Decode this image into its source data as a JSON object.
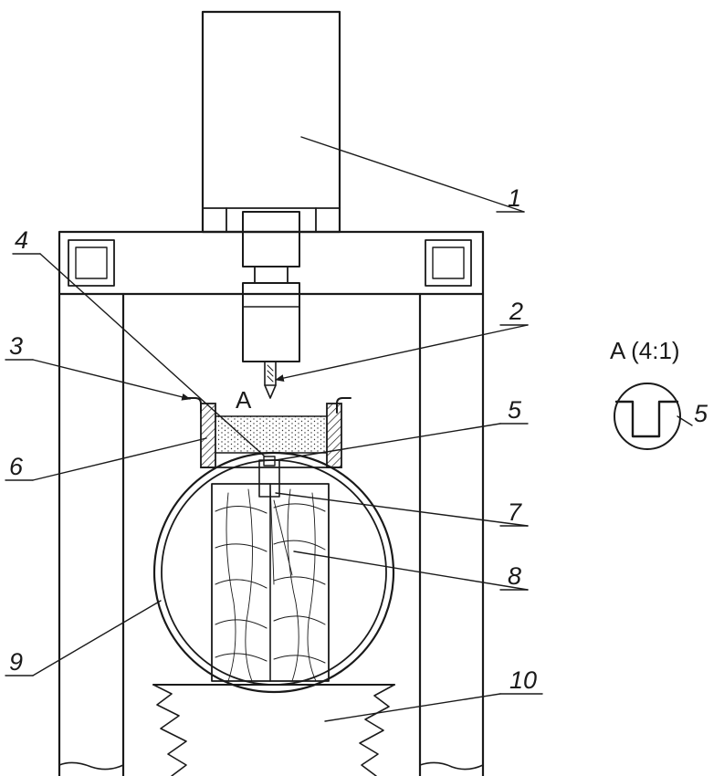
{
  "callouts": [
    {
      "id": "1",
      "text": "1"
    },
    {
      "id": "2",
      "text": "2"
    },
    {
      "id": "3",
      "text": "3"
    },
    {
      "id": "4",
      "text": "4"
    },
    {
      "id": "5",
      "text": "5"
    },
    {
      "id": "6",
      "text": "6"
    },
    {
      "id": "7",
      "text": "7"
    },
    {
      "id": "8",
      "text": "8"
    },
    {
      "id": "9",
      "text": "9"
    },
    {
      "id": "10",
      "text": "10"
    }
  ],
  "section_mark": "A",
  "detail": {
    "title": "A (4:1)",
    "callout": "5"
  },
  "colors": {
    "line": "#1a1a1a",
    "background": "#ffffff"
  }
}
